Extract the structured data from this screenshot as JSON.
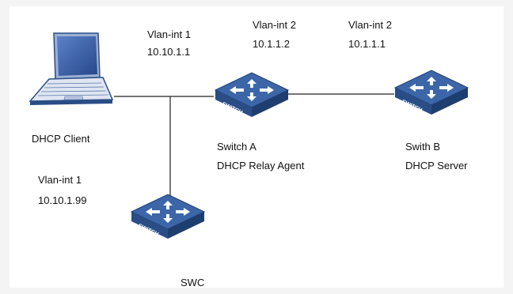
{
  "nodes": {
    "client": {
      "name": "DHCP Client",
      "vlan": "Vlan-int 1",
      "ip": "10.10.1.99",
      "icon": "laptop-icon"
    },
    "switch_a": {
      "name": "Switch A",
      "role": "DHCP Relay Agent",
      "vlan1": "Vlan-int 1",
      "ip1": "10.10.1.1",
      "vlan2": "Vlan-int 2",
      "ip2": "10.1.1.2",
      "badge": "SWITCH",
      "icon": "switch-icon"
    },
    "switch_b": {
      "name": "Swith B",
      "role": "DHCP Server",
      "vlan": "Vlan-int 2",
      "ip": "10.1.1.1",
      "badge": "SWITCH",
      "icon": "switch-icon"
    },
    "swc": {
      "name": "SWC",
      "badge": "SWITCH",
      "icon": "switch-icon"
    }
  },
  "colors": {
    "switch_top": "#3c66a8",
    "switch_side": "#2a4d86",
    "switch_front": "#1f3e70",
    "laptop_screen": "#2f55a0",
    "laptop_body": "#3a63a8",
    "line": "#222222"
  }
}
